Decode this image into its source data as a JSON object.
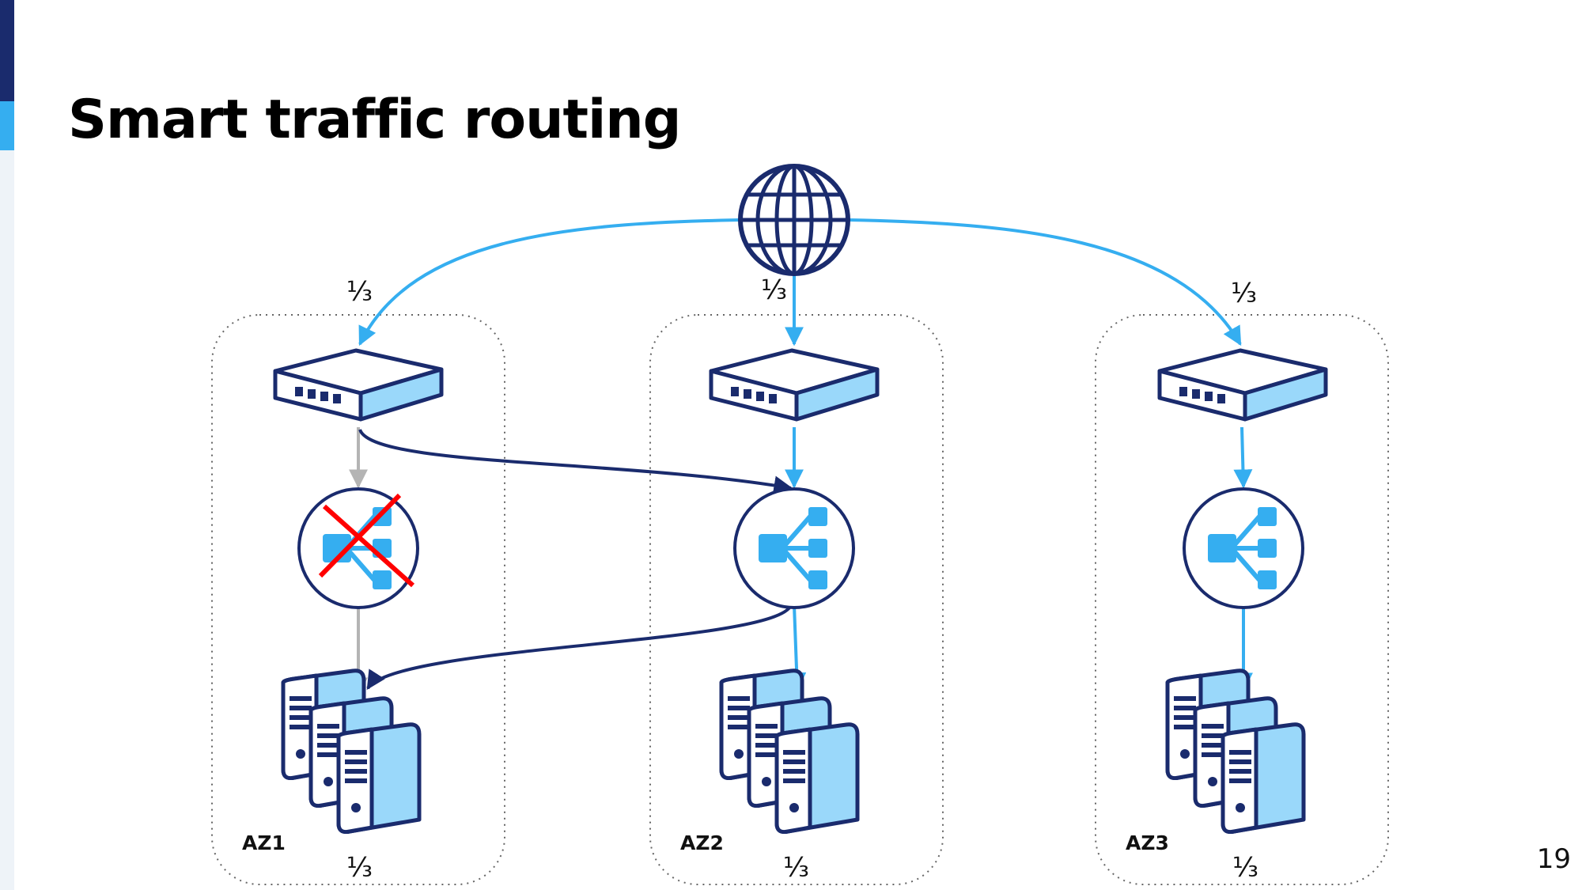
{
  "slide": {
    "title": "Smart traffic routing",
    "page_number": "19"
  },
  "zones": [
    {
      "label": "AZ1",
      "load_balancer_failed": true
    },
    {
      "label": "AZ2",
      "load_balancer_failed": false
    },
    {
      "label": "AZ3",
      "load_balancer_failed": false
    }
  ],
  "fractions": {
    "incoming": [
      "⅓",
      "⅓",
      "⅓"
    ],
    "servers": [
      "⅓",
      "⅓",
      "⅓"
    ]
  },
  "icons": {
    "internet": "globe-icon",
    "router": "network-switch-icon",
    "load_balancer": "load-balancer-icon",
    "servers": "server-stack-icon",
    "failure": "red-cross-icon"
  },
  "colors": {
    "dark_navy": "#1a2b6d",
    "light_blue": "#35aef0",
    "fill_blue": "#9ad8fa",
    "failed_path": "#b4b4b4",
    "failure_mark": "#ff0000"
  }
}
